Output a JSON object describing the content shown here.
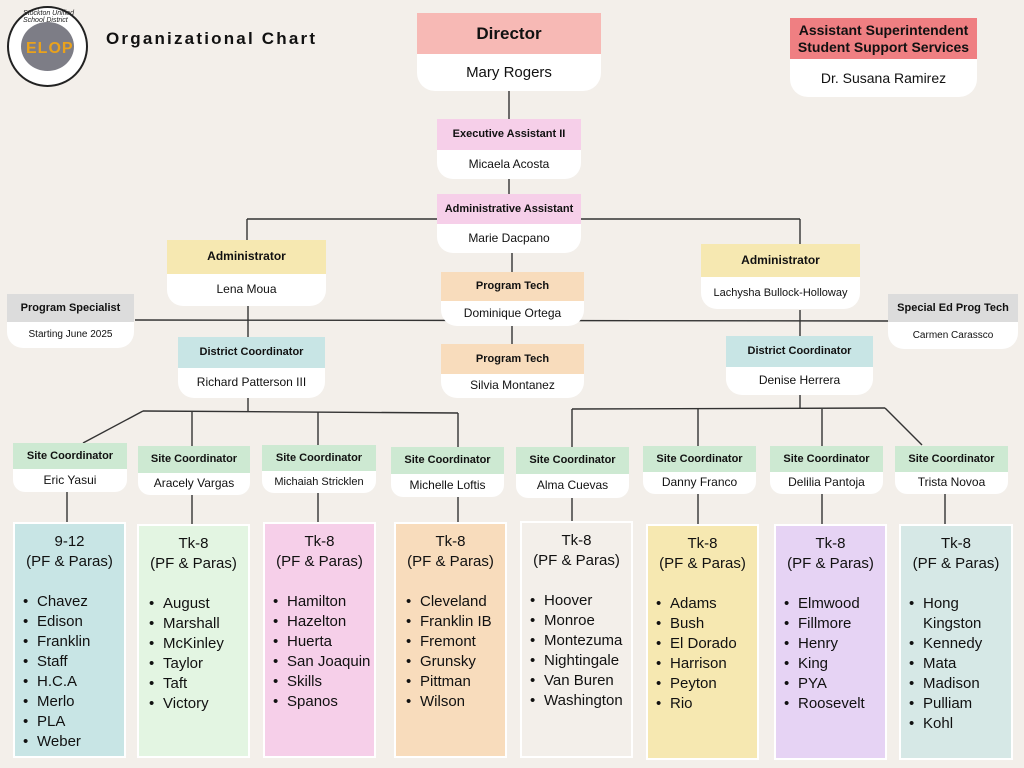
{
  "page": {
    "title": "Organizational Chart",
    "logo_text": "ELOP",
    "logo_ring_text": "Stockton Unified School District"
  },
  "colors": {
    "background": "#f3efea",
    "director": "#f7b9b5",
    "assistant": "#f6cfe9",
    "administrator": "#f6e8b1",
    "program_tech": "#f8dcbc",
    "specialist": "#dcdcdc",
    "district_coordinator": "#c8e5e5",
    "site_coordinator": "#cde9d2",
    "superintendent": "#ef7f82",
    "lines": "#333333"
  },
  "nodes": {
    "director": {
      "role": "Director",
      "name": "Mary Rogers"
    },
    "asst_superintendent": {
      "role": "Assistant Superintendent Student Support Services",
      "name": "Dr. Susana Ramirez"
    },
    "exec_assistant": {
      "role": "Executive Assistant II",
      "name": "Micaela Acosta"
    },
    "admin_assistant": {
      "role": "Administrative Assistant",
      "name": "Marie Dacpano"
    },
    "admin_left": {
      "role": "Administrator",
      "name": "Lena Moua"
    },
    "admin_right": {
      "role": "Administrator",
      "name": "Lachysha Bullock-Holloway"
    },
    "program_tech_1": {
      "role": "Program Tech",
      "name": "Dominique Ortega"
    },
    "program_tech_2": {
      "role": "Program Tech",
      "name": "Silvia Montanez"
    },
    "program_specialist": {
      "role": "Program Specialist",
      "name": "Starting June 2025"
    },
    "sped_prog_tech": {
      "role": "Special Ed Prog Tech",
      "name": "Carmen Carassco"
    },
    "district_coord_left": {
      "role": "District Coordinator",
      "name": "Richard Patterson III"
    },
    "district_coord_right": {
      "role": "District Coordinator",
      "name": "Denise Herrera"
    }
  },
  "site_coordinators": [
    {
      "role": "Site Coordinator",
      "name": "Eric Yasui",
      "grades": "9-12",
      "sub": "(PF & Paras)",
      "schools": [
        "Chavez",
        "Edison",
        "Franklin",
        "Staff",
        "H.C.A",
        "Merlo",
        "PLA",
        "Weber"
      ],
      "color": "#c8e5e5"
    },
    {
      "role": "Site Coordinator",
      "name": "Aracely Vargas",
      "grades": "Tk-8",
      "sub": "(PF & Paras)",
      "schools": [
        "August",
        "Marshall",
        "McKinley",
        "Taylor",
        "Taft",
        "Victory"
      ],
      "color": "#e3f5e2"
    },
    {
      "role": "Site Coordinator",
      "name": "Michaiah Stricklen",
      "grades": "Tk-8",
      "sub": "(PF & Paras)",
      "schools": [
        "Hamilton",
        "Hazelton",
        "Huerta",
        "San Joaquin",
        "Skills",
        "Spanos"
      ],
      "color": "#f6cfe9"
    },
    {
      "role": "Site Coordinator",
      "name": "Michelle Loftis",
      "grades": "Tk-8",
      "sub": "(PF & Paras)",
      "schools": [
        "Cleveland",
        "Franklin IB",
        "Fremont",
        "Grunsky",
        "Pittman",
        "Wilson"
      ],
      "color": "#f8dcbc"
    },
    {
      "role": "Site Coordinator",
      "name": "Alma Cuevas",
      "grades": "Tk-8",
      "sub": "(PF & Paras)",
      "schools": [
        "Hoover",
        "Monroe",
        "Montezuma",
        "Nightingale",
        "Van Buren",
        "Washington"
      ],
      "color": "#f3efea"
    },
    {
      "role": "Site Coordinator",
      "name": "Danny Franco",
      "grades": "Tk-8",
      "sub": "(PF & Paras)",
      "schools": [
        "Adams",
        "Bush",
        "El Dorado",
        "Harrison",
        "Peyton",
        "Rio"
      ],
      "color": "#f6e8b1"
    },
    {
      "role": "Site Coordinator",
      "name": "Delilia Pantoja",
      "grades": "Tk-8",
      "sub": "(PF & Paras)",
      "schools": [
        "Elmwood",
        "Fillmore",
        "Henry",
        "King",
        "PYA",
        "Roosevelt"
      ],
      "color": "#e6d3f4"
    },
    {
      "role": "Site Coordinator",
      "name": "Trista Novoa",
      "grades": "Tk-8",
      "sub": "(PF & Paras)",
      "schools": [
        "Hong Kingston",
        "Kennedy",
        "Mata",
        "Madison",
        "Pulliam",
        "Kohl"
      ],
      "color": "#d6e8e6"
    }
  ]
}
